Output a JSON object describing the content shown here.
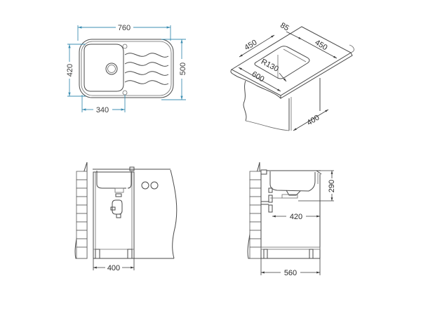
{
  "top_view": {
    "width_label": "760",
    "height_left_label": "420",
    "height_right_label": "500",
    "bowl_width_label": "340",
    "dim_color": "#3d8fb3"
  },
  "iso_view": {
    "dim_450_left": "450",
    "dim_85": "85",
    "dim_450_right": "450",
    "radius_label": "R130",
    "dim_600": "600",
    "dim_400": "400"
  },
  "front_view": {
    "width_label": "400"
  },
  "side_view": {
    "height_label": "290",
    "drain_offset_label": "420",
    "cabinet_width_label": "560"
  }
}
